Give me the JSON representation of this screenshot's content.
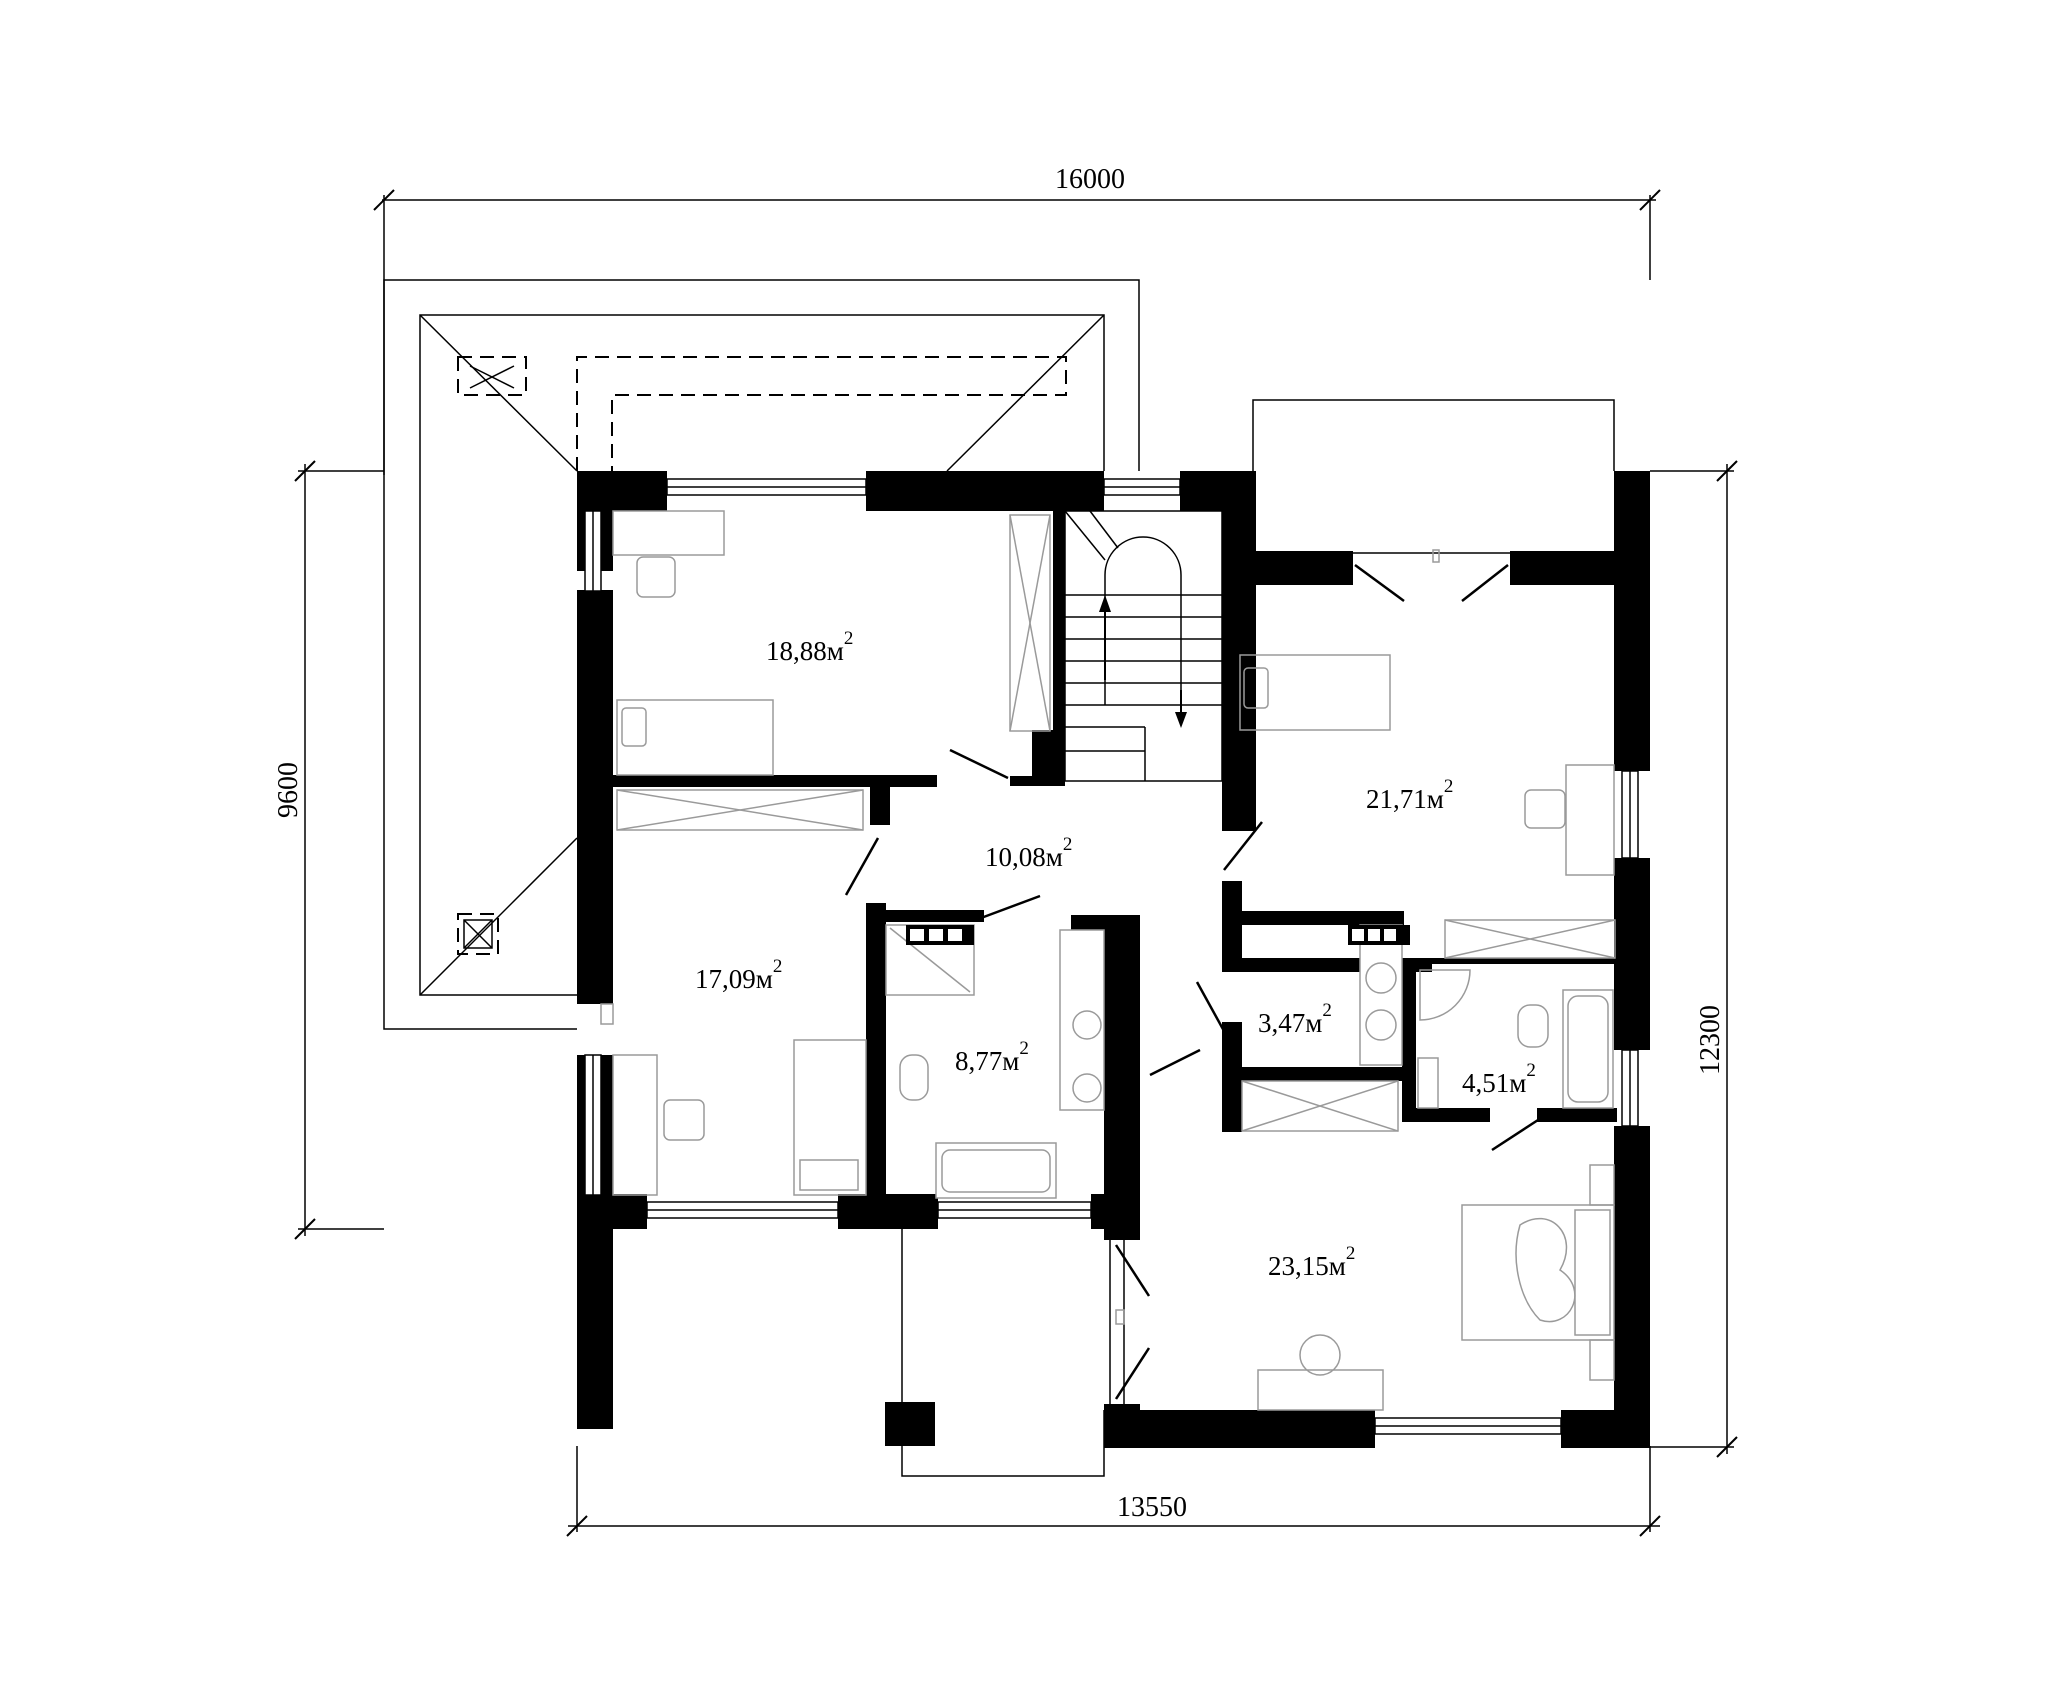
{
  "plan": {
    "dimensions": {
      "top": "16000",
      "bottom": "13550",
      "left": "9600",
      "right": "12300"
    },
    "rooms": [
      {
        "area": "18,88м",
        "sup": "2"
      },
      {
        "area": "10,08м",
        "sup": "2"
      },
      {
        "area": "21,71м",
        "sup": "2"
      },
      {
        "area": "17,09м",
        "sup": "2"
      },
      {
        "area": "8,77м",
        "sup": "2"
      },
      {
        "area": "3,47м",
        "sup": "2"
      },
      {
        "area": "4,51м",
        "sup": "2"
      },
      {
        "area": "23,15м",
        "sup": "2"
      }
    ]
  }
}
